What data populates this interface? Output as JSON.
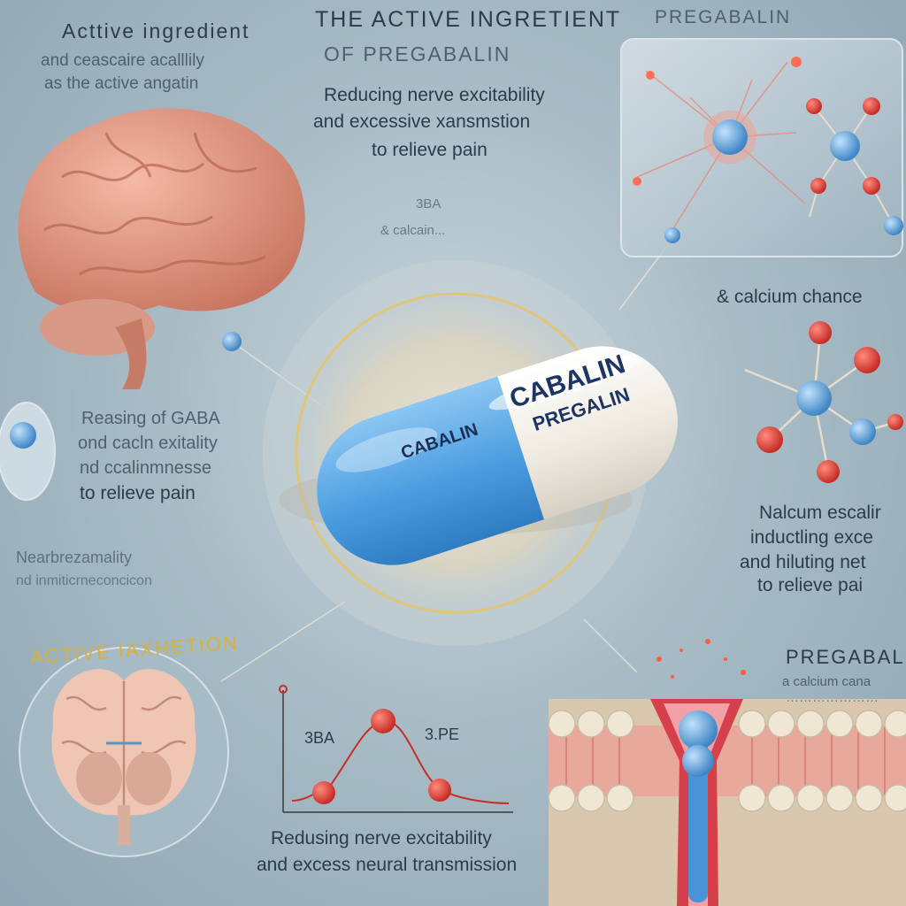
{
  "top_left": {
    "line1": "Acttive ingredient",
    "line2": "and ceascaire acalllily",
    "line3": "as the active angatin"
  },
  "top_center": {
    "title1": "THE ACTIVE INGRETIENT",
    "title2": "OF PREGABALIN",
    "body1": "Reducing nerve excitability",
    "body2": "and excessive xansmstion",
    "body3": "to relieve pain",
    "small1": "3BA",
    "small2": "& calcain..."
  },
  "top_right": {
    "title": "PREGABALIN"
  },
  "right_mid": {
    "label": "& calcium chance",
    "body1": "Nalcum escalir",
    "body2": "inductling exce",
    "body3": "and hiluting net",
    "body4": "to relieve pai"
  },
  "right_low": {
    "title": "PREGABALIN",
    "sub": "a calcium cana",
    "small": "…………………"
  },
  "left_mid": {
    "line1": "Reasing of GABA",
    "line2": "ond cacln exitality",
    "line3": "nd ccalinmnesse",
    "line4": "to relieve pain",
    "line5": "Nearbrezamality",
    "line6": "nd inmiticrneconcicon"
  },
  "left_low": {
    "title": "ACTIVE IAXHETION"
  },
  "capsule": {
    "label1": "CABALIN",
    "label2": "PREGALIN",
    "label3": "CABALIN"
  },
  "graph": {
    "left_label": "3BA",
    "right_label": "3.PE"
  },
  "bottom": {
    "line1": "Redusing nerve excitability",
    "line2": "and excess neural transmission"
  },
  "colors": {
    "capsule_blue": "#4fa3e0",
    "capsule_white": "#f3efe6",
    "brain_pink": "#e9a08c",
    "gold": "#d8b13a",
    "molecule_red": "#d9453b",
    "molecule_blue": "#6aa7d8"
  }
}
